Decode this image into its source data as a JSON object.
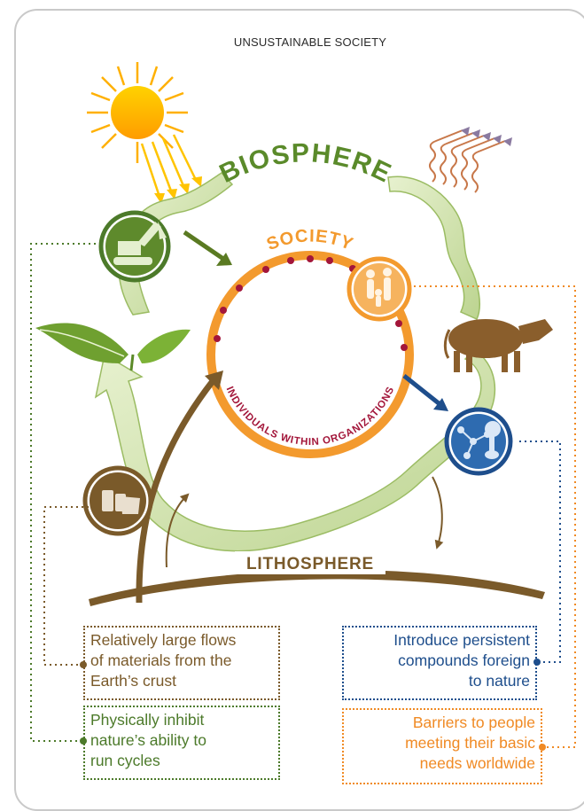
{
  "title": "UNSUSTAINABLE SOCIETY",
  "labels": {
    "biosphere": "BIOSPHERE",
    "society": "SOCIETY",
    "individuals": "INDIVIDUALS WITHIN ORGANIZATIONS",
    "lithosphere": "LITHOSPHERE"
  },
  "boxes": {
    "materials": [
      "Relatively large flows",
      "of materials from the",
      "Earth’s crust"
    ],
    "nature_cycles": [
      "Physically inhibit",
      "nature’s ability to",
      "run cycles"
    ],
    "compounds": [
      "Introduce persistent",
      "compounds foreign",
      "to nature"
    ],
    "needs": [
      "Barriers to people",
      "meeting their basic",
      "needs worldwide"
    ]
  },
  "colors": {
    "brown": "#7a5a2a",
    "green": "#4c7a2a",
    "blue": "#1e4e8c",
    "orange": "#f08a24",
    "society_ring": "#f39a2e",
    "dots": "#a3163a",
    "loop_fill": "#d6e7b4"
  },
  "icons": [
    "sun-icon",
    "heat-waves-icon",
    "excavator-icon",
    "family-icon",
    "cow-icon",
    "leaf-icon",
    "barrels-icon",
    "molecule-icon"
  ]
}
